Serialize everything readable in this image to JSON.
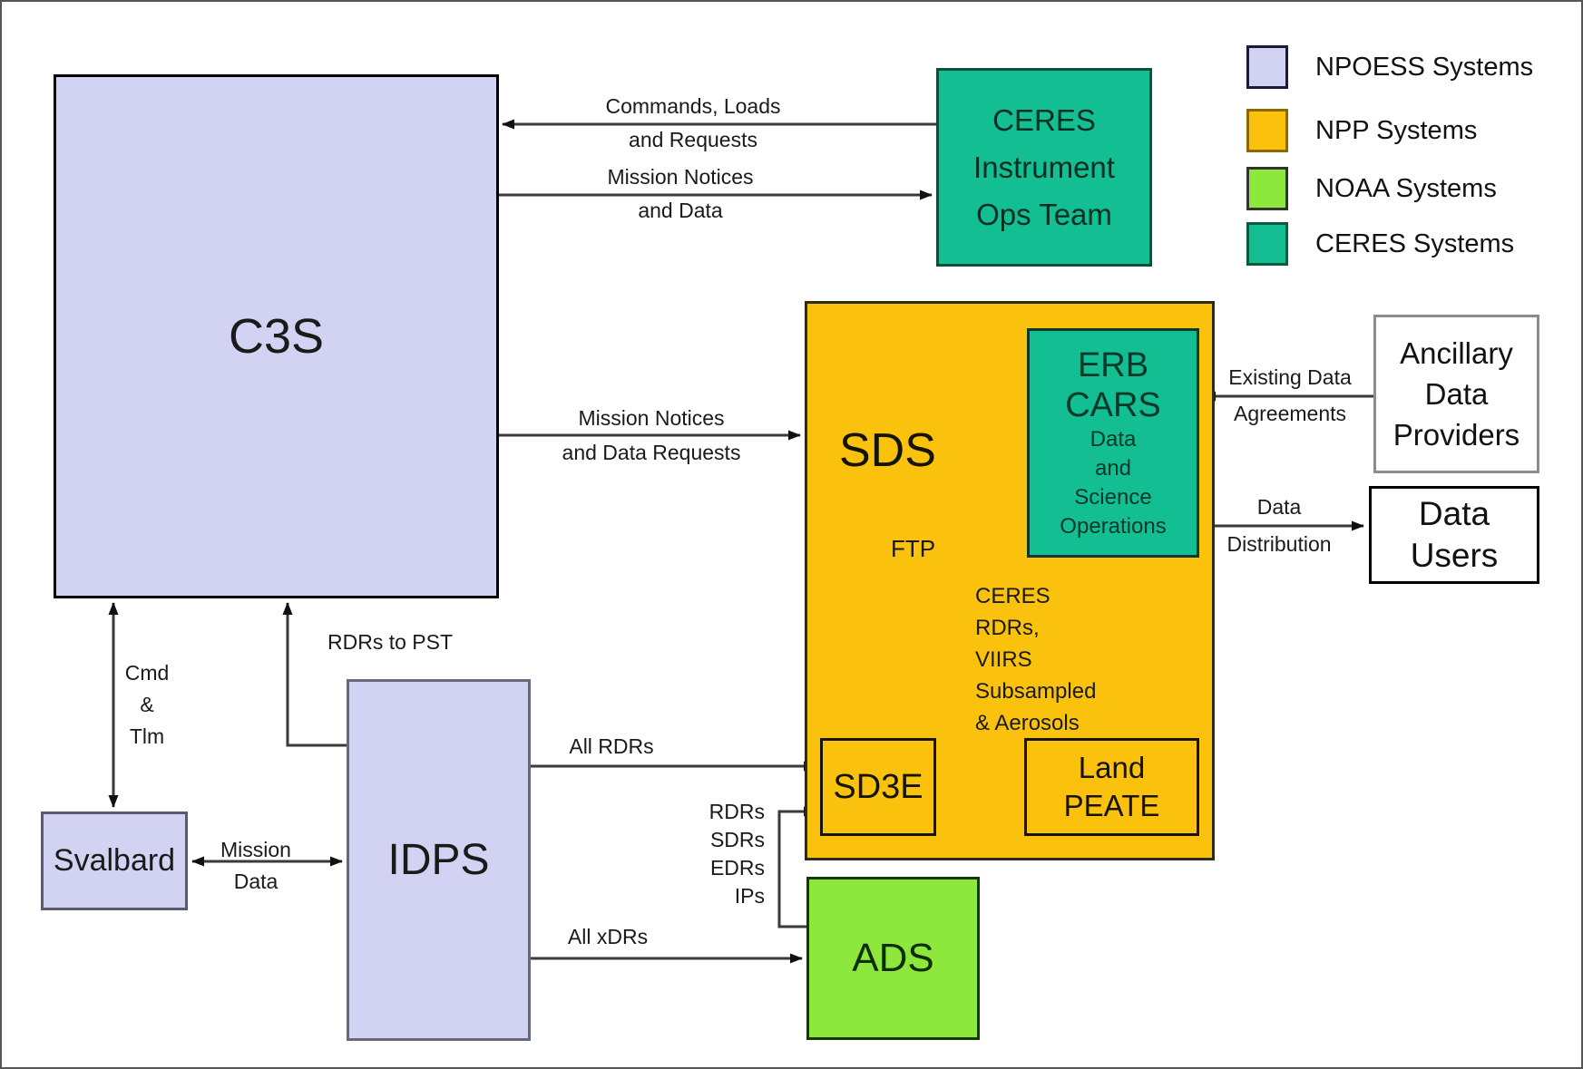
{
  "legend": {
    "items": [
      {
        "key": "npoess",
        "label": "NPOESS Systems",
        "color": "#D2D2F2"
      },
      {
        "key": "npp",
        "label": "NPP Systems",
        "color": "#FBC20D"
      },
      {
        "key": "noaa",
        "label": "NOAA Systems",
        "color": "#8DE73D"
      },
      {
        "key": "ceres",
        "label": "CERES Systems",
        "color": "#12BE92"
      }
    ]
  },
  "boxes": {
    "c3s": {
      "label": "C3S"
    },
    "ceres_ops": {
      "lines": [
        "CERES",
        "Instrument",
        "Ops Team"
      ]
    },
    "svalbard": {
      "label": "Svalbard"
    },
    "idps": {
      "label": "IDPS"
    },
    "sds": {
      "label": "SDS"
    },
    "erb_cars": {
      "title_lines": [
        "ERB",
        "CARS"
      ],
      "subtitle_lines": [
        "Data",
        "and",
        "Science",
        "Operations"
      ]
    },
    "sd3e": {
      "label": "SD3E"
    },
    "land_peate": {
      "lines": [
        "Land",
        "PEATE"
      ]
    },
    "ads": {
      "label": "ADS"
    },
    "ancillary": {
      "lines": [
        "Ancillary",
        "Data",
        "Providers"
      ]
    },
    "data_users": {
      "lines": [
        "Data",
        "Users"
      ]
    }
  },
  "connectors": {
    "commands_loads": {
      "line1": "Commands, Loads",
      "line2": "and Requests"
    },
    "mission_notices_data": {
      "line1": "Mission Notices",
      "line2": "and Data"
    },
    "mission_notices_requests": {
      "line1": "Mission Notices",
      "line2": "and Data Requests"
    },
    "cmd_tlm": {
      "lines": [
        "Cmd",
        "&",
        "Tlm"
      ]
    },
    "rdrs_to_pst": {
      "label": "RDRs to PST"
    },
    "mission_data": {
      "line1": "Mission",
      "line2": "Data"
    },
    "all_rdrs": {
      "label": "All RDRs"
    },
    "all_xdrs": {
      "label": "All xDRs"
    },
    "product_list": {
      "lines": [
        "RDRs",
        "SDRs",
        "EDRs",
        "IPs"
      ]
    },
    "ftp": {
      "label": "FTP"
    },
    "ceres_products": {
      "lines": [
        "CERES",
        "RDRs,",
        "VIIRS",
        "Subsampled",
        "& Aerosols"
      ]
    },
    "existing_data": {
      "line1": "Existing Data",
      "line2": "Agreements"
    },
    "data_distribution": {
      "line1": "Data",
      "line2": "Distribution"
    }
  },
  "colors": {
    "npoess_lavender": "#D2D2F2",
    "npp_orange": "#FBC20D",
    "noaa_green": "#8DE73D",
    "ceres_teal": "#12BE92",
    "connector_line": "#3a3a3a",
    "background": "#ffffff"
  }
}
